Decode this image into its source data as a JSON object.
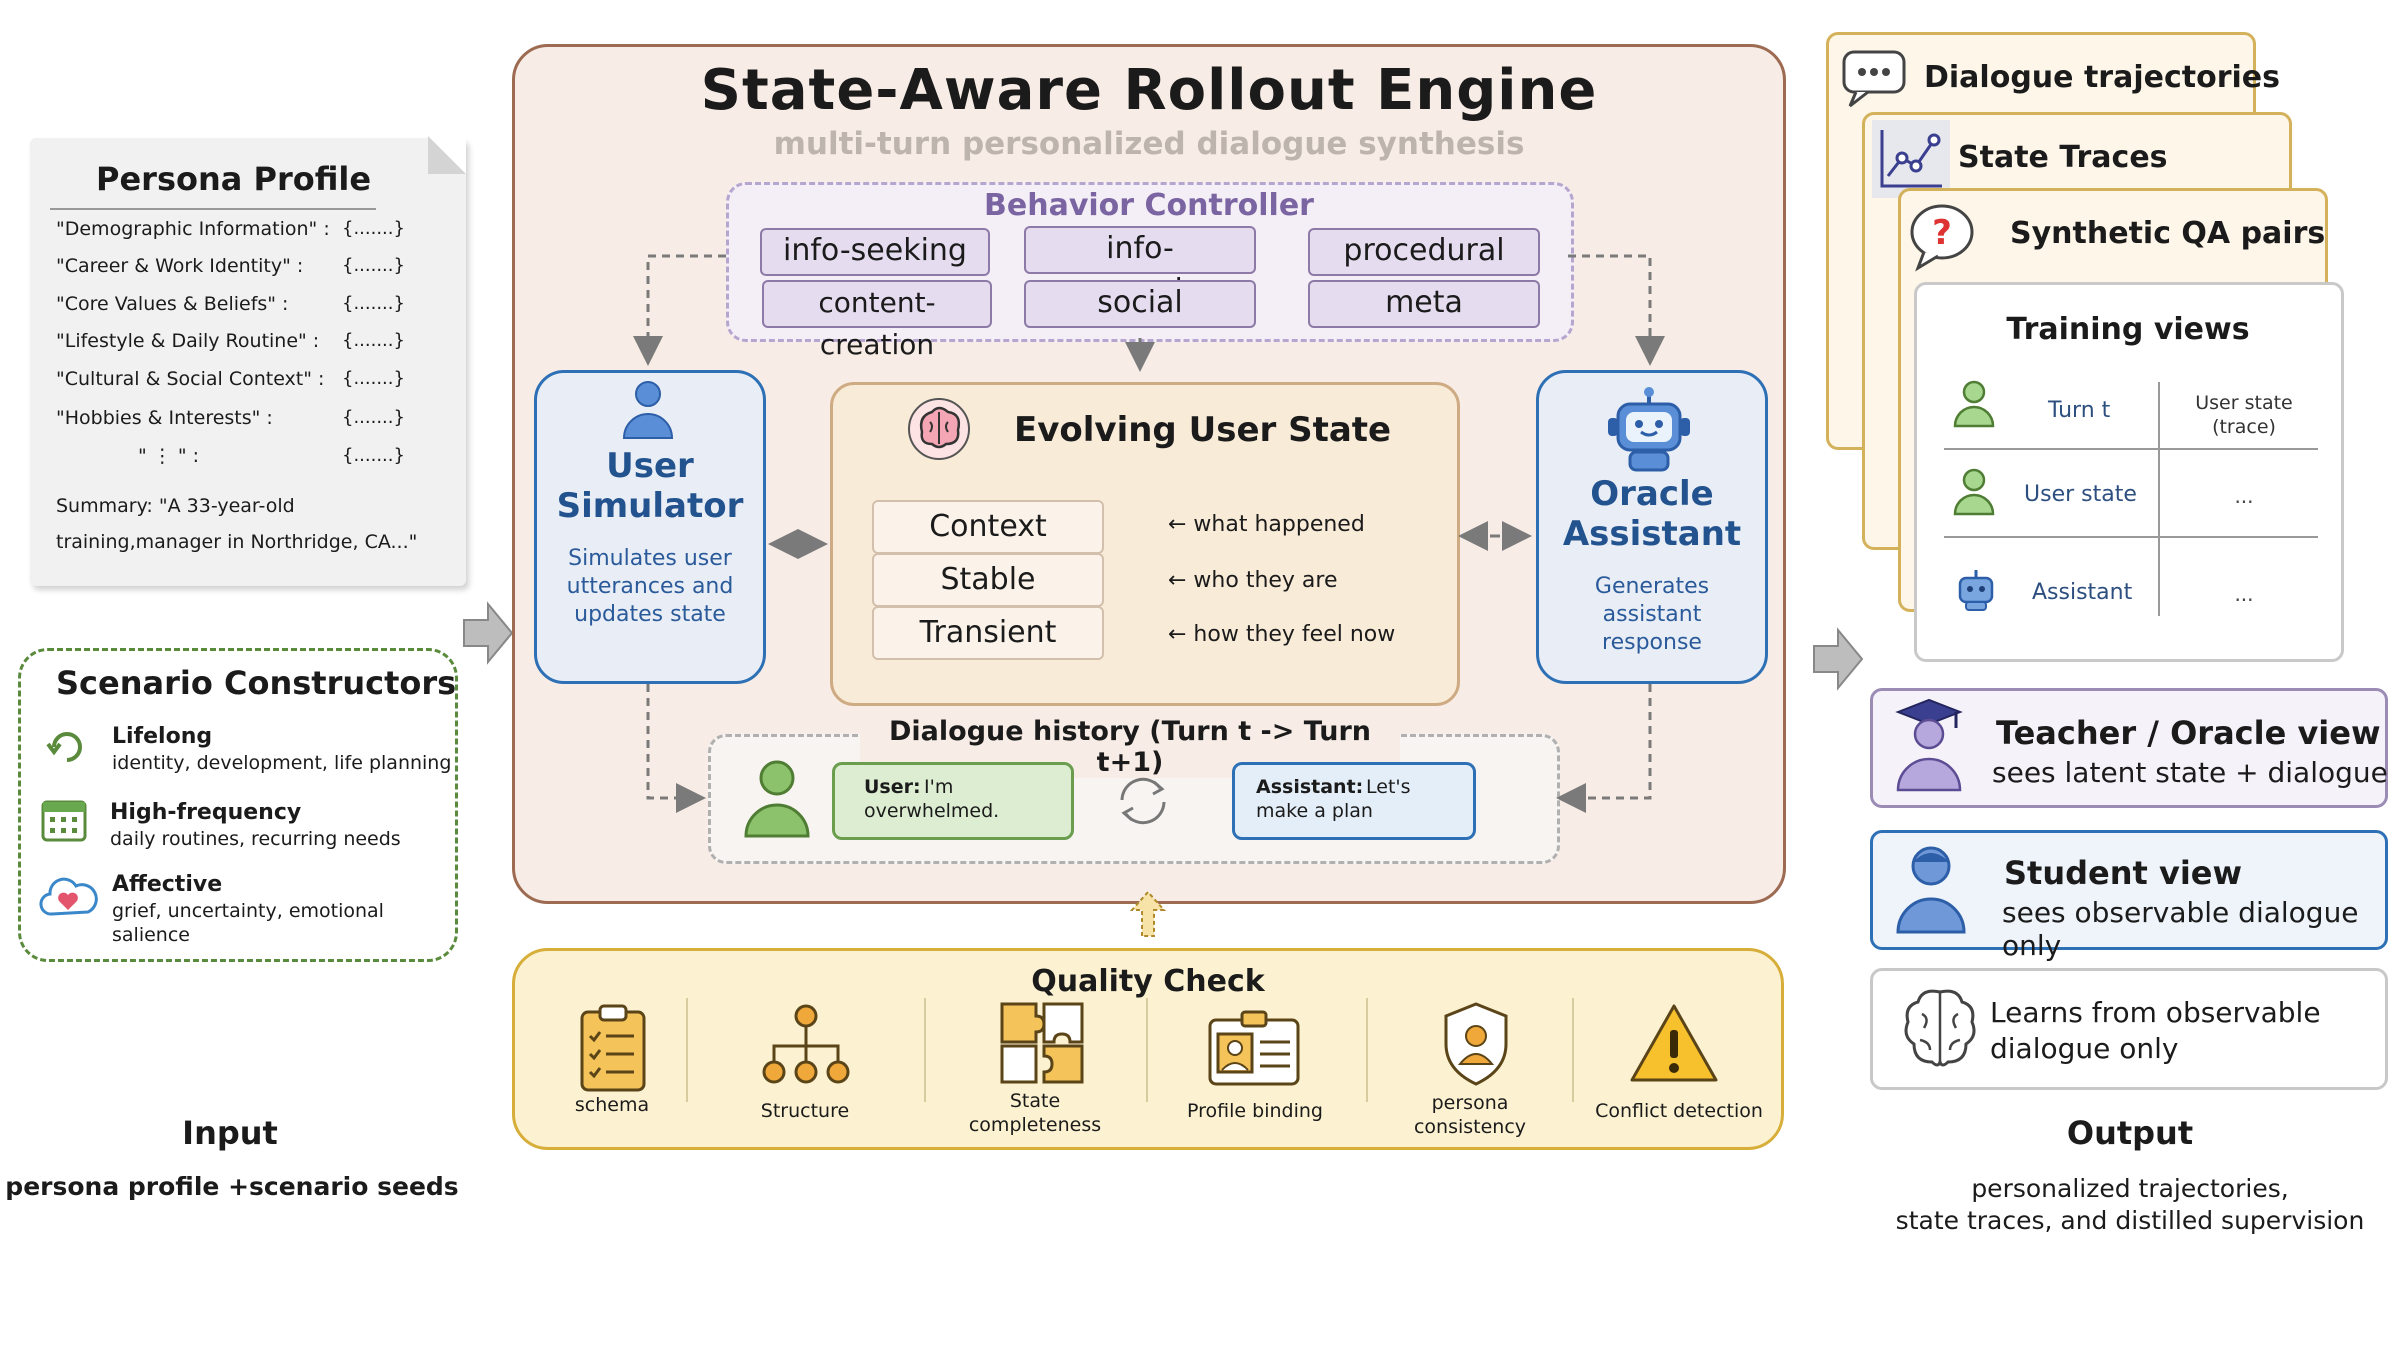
{
  "input": {
    "persona_title": "Persona Profile",
    "persona_fields": [
      {
        "key": "\"Demographic Information\" :",
        "val": "{.......}"
      },
      {
        "key": "\"Career & Work Identity\" :",
        "val": "{.......}"
      },
      {
        "key": "\"Core Values & Beliefs\" :",
        "val": "{.......}"
      },
      {
        "key": "\"Lifestyle & Daily Routine\" :",
        "val": "{.......}"
      },
      {
        "key": "\"Cultural & Social Context\" :",
        "val": "{.......}"
      },
      {
        "key": "\"Hobbies & Interests\" :",
        "val": "{.......}"
      },
      {
        "key": "\" ⋮ \" :",
        "val": "{.......}"
      }
    ],
    "summary_line1": "Summary: \"A 33-year-old",
    "summary_line2": "training,manager in Northridge, CA...\"",
    "scenario_title": "Scenario Constructors",
    "scenarios": [
      {
        "title": "Lifelong",
        "desc": "identity, development, life planning",
        "icon": "cycle-icon"
      },
      {
        "title": "High-frequency",
        "desc": "daily routines, recurring needs",
        "icon": "calendar-icon"
      },
      {
        "title": "Affective",
        "desc_line1": "grief, uncertainty, emotional",
        "desc_line2": "salience",
        "icon": "heart-cloud-icon"
      }
    ],
    "label": "Input",
    "sublabel": "persona profile +scenario seeds"
  },
  "engine": {
    "title": "State-Aware Rollout Engine",
    "subtitle": "multi-turn personalized dialogue synthesis",
    "behavior_title": "Behavior Controller",
    "behaviors": [
      "info-seeking",
      "info-processing",
      "procedural",
      "content-creation",
      "social",
      "meta"
    ],
    "user_sim": {
      "title_line1": "User",
      "title_line2": "Simulator",
      "desc_line1": "Simulates user",
      "desc_line2": "utterances and",
      "desc_line3": "updates state"
    },
    "oracle": {
      "title_line1": "Oracle",
      "title_line2": "Assistant",
      "desc_line1": "Generates",
      "desc_line2": "assistant",
      "desc_line3": "response"
    },
    "evolving_title": "Evolving User State",
    "states": [
      {
        "name": "Context",
        "desc": "← what happened"
      },
      {
        "name": "Stable",
        "desc": "← who they are"
      },
      {
        "name": "Transient",
        "desc": "← how they feel now"
      }
    ],
    "history_title": "Dialogue history (Turn t -> Turn t+1)",
    "user_bubble_label": "User:",
    "user_bubble_text1": "I'm",
    "user_bubble_text2": "overwhelmed.",
    "assistant_bubble_label": "Assistant:",
    "assistant_bubble_text1": "Let's",
    "assistant_bubble_text2": "make a plan"
  },
  "quality": {
    "title": "Quality Check",
    "items": [
      {
        "line1": "schema",
        "line2": ""
      },
      {
        "line1": "Structure",
        "line2": ""
      },
      {
        "line1": "State",
        "line2": "completeness"
      },
      {
        "line1": "Profile binding",
        "line2": ""
      },
      {
        "line1": "persona",
        "line2": "consistency"
      },
      {
        "line1": "Conflict detection",
        "line2": ""
      }
    ]
  },
  "output": {
    "cards": [
      "Dialogue trajectories",
      "State Traces",
      "Synthetic QA pairs"
    ],
    "training_title": "Training views",
    "training_col2_line1": "User state",
    "training_col2_line2": "(trace)",
    "training_rows": [
      {
        "label": "Turn t",
        "value": ""
      },
      {
        "label": "User state",
        "value": "..."
      },
      {
        "label": "Assistant",
        "value": "..."
      }
    ],
    "teacher_title": "Teacher / Oracle view",
    "teacher_desc": "sees latent state + dialogue",
    "student_title": "Student view",
    "student_desc": "sees observable dialogue only",
    "learns_line1": "Learns from observable",
    "learns_line2": "dialogue only",
    "label": "Output",
    "sublabel_line1": "personalized trajectories,",
    "sublabel_line2": "state traces, and distilled supervision"
  },
  "colors": {
    "engine_bg": "#f8ede6",
    "engine_border": "#9d6a52",
    "behavior_chip": "#e6dcf0",
    "blue_accent": "#2d70b5",
    "green_accent": "#5a8a3c",
    "quality_bg": "#fcf2d1",
    "quality_border": "#d7ae3a"
  }
}
